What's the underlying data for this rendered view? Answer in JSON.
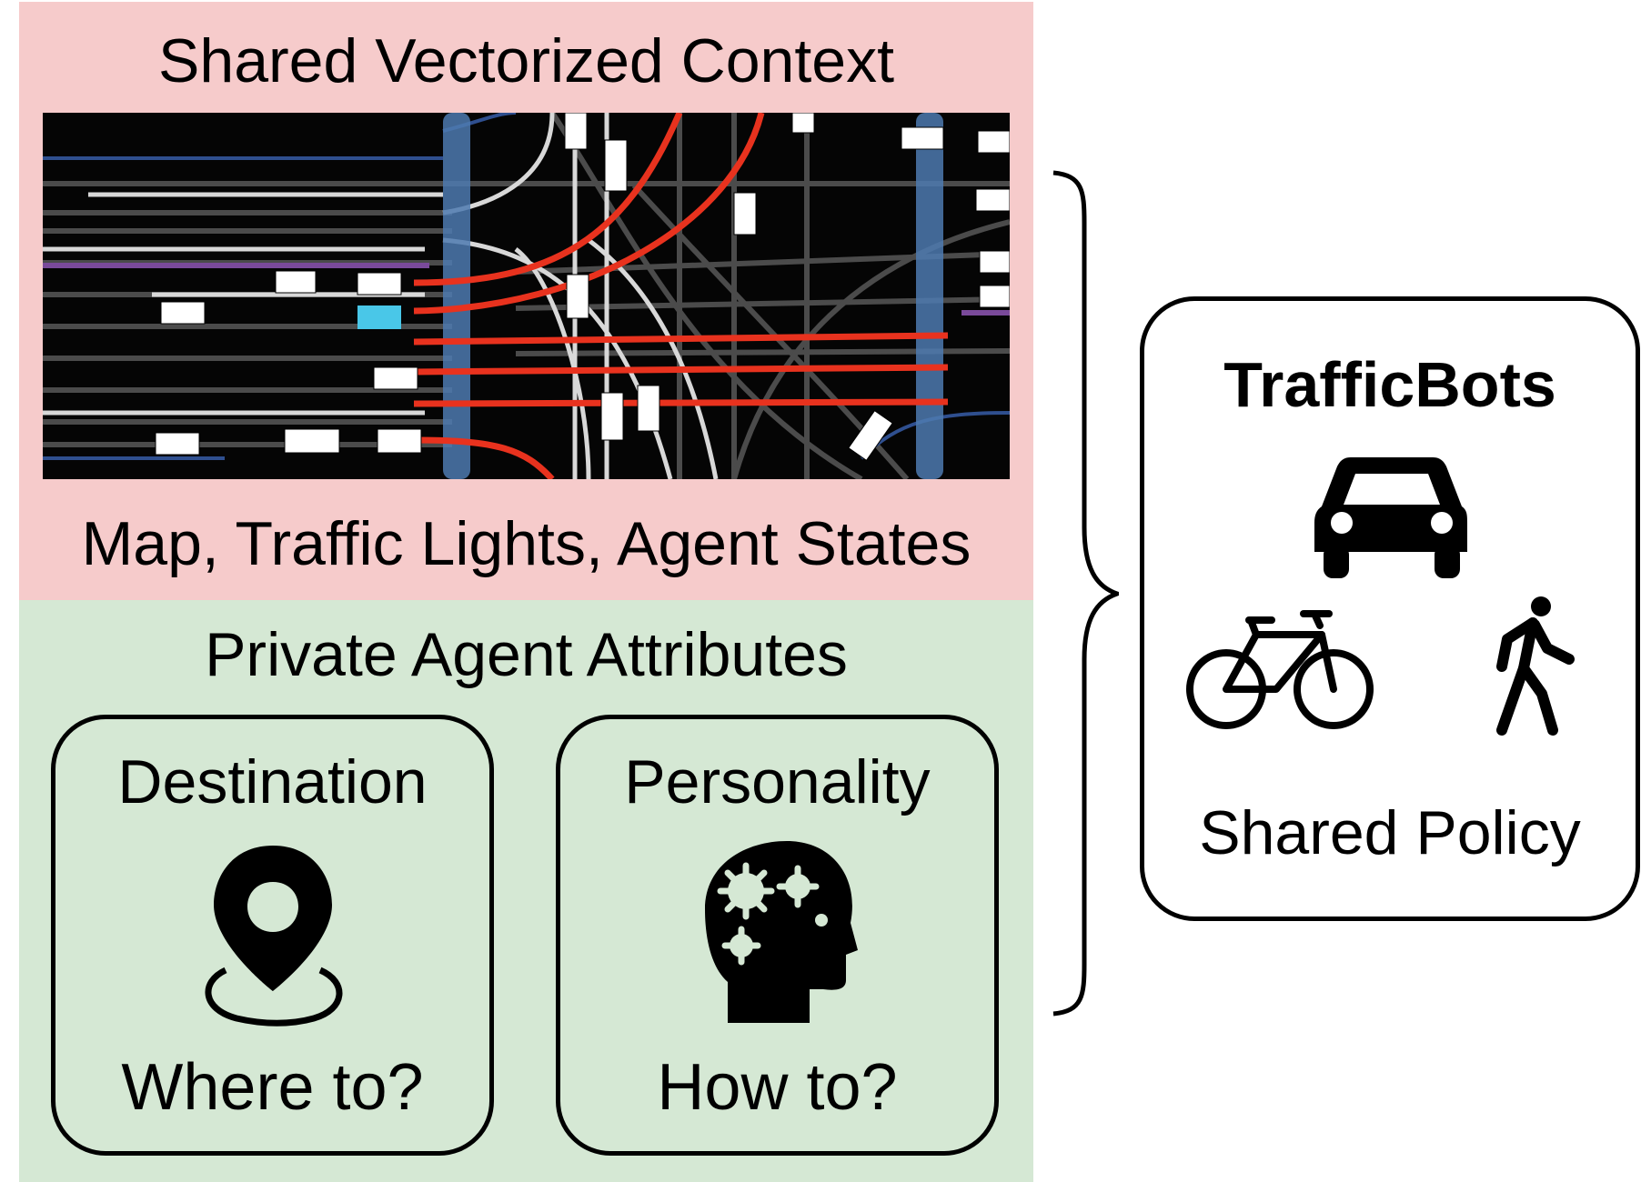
{
  "shared_context": {
    "title": "Shared Vectorized Context",
    "caption": "Map, Traffic Lights, Agent States",
    "color": "#f6cbcb"
  },
  "private_attributes": {
    "title": "Private Agent Attributes",
    "color": "#d5e8d4",
    "destination": {
      "title": "Destination",
      "question": "Where to?",
      "icon": "location-pin-icon"
    },
    "personality": {
      "title": "Personality",
      "question": "How to?",
      "icon": "head-gears-icon"
    }
  },
  "trafficbots": {
    "title": "TrafficBots",
    "caption": "Shared Policy",
    "icons": [
      "car-icon",
      "bicycle-icon",
      "pedestrian-icon"
    ]
  },
  "map_colors": {
    "background": "#050505",
    "route": "#e8321e",
    "lane": "#5a5a5a",
    "highlight_lane": "#dddddd",
    "crosswalk": "#5b86b8",
    "agent": "#ffffff",
    "ego": "#49c7e8"
  }
}
